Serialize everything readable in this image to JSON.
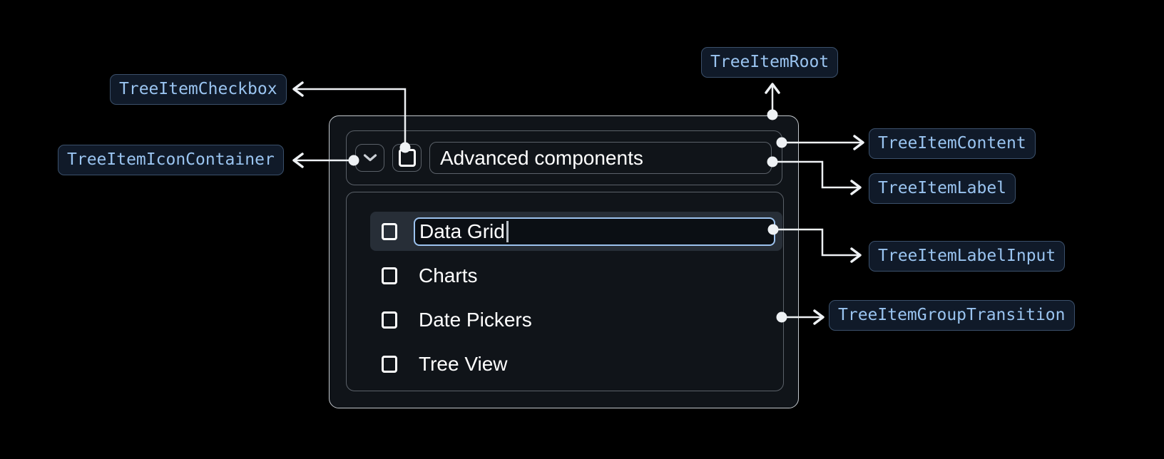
{
  "badges": {
    "checkbox": "TreeItemCheckbox",
    "icon_container": "TreeItemIconContainer",
    "root": "TreeItemRoot",
    "content": "TreeItemContent",
    "label": "TreeItemLabel",
    "label_input": "TreeItemLabelInput",
    "group_transition": "TreeItemGroupTransition"
  },
  "tree": {
    "parent_label": "Advanced components",
    "editing_item_value": "Data Grid",
    "items": [
      "Charts",
      "Date Pickers",
      "Tree View"
    ]
  },
  "icons": {
    "expand": "chevron-down-icon",
    "checkbox": "checkbox-unchecked-icon"
  },
  "colors": {
    "background": "#000000",
    "badge_background": "#101a29",
    "badge_border": "#3b506b",
    "badge_text": "#9ac4f0",
    "root_border": "#c3c8cd",
    "inner_border": "#5b6169",
    "row_highlight_background": "#272e37",
    "input_focus_border": "#9cc2ee",
    "arrow": "#eef1f4",
    "text": "#ffffff"
  }
}
